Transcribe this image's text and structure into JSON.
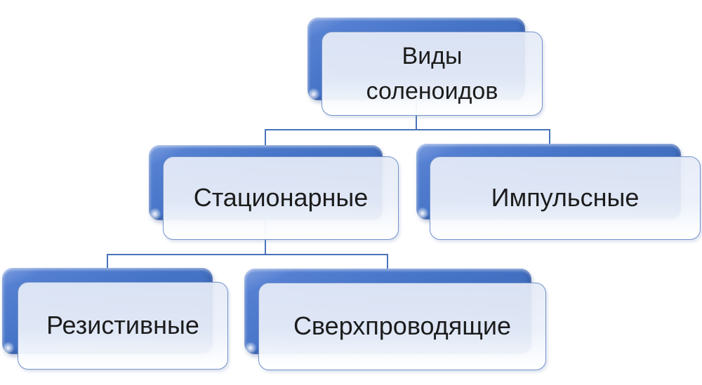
{
  "diagram": {
    "type": "hierarchy",
    "nodes": [
      {
        "id": "root",
        "label": "Виды\nсоленоидов",
        "parent": null
      },
      {
        "id": "stationary",
        "label": "Стационарные",
        "parent": "root"
      },
      {
        "id": "pulsed",
        "label": "Импульсные",
        "parent": "root"
      },
      {
        "id": "resistive",
        "label": "Резистивные",
        "parent": "stationary"
      },
      {
        "id": "superconducting",
        "label": "Сверхпроводящие",
        "parent": "stationary"
      }
    ],
    "edges": [
      {
        "from": "root",
        "to": "stationary"
      },
      {
        "from": "root",
        "to": "pulsed"
      },
      {
        "from": "stationary",
        "to": "resistive"
      },
      {
        "from": "stationary",
        "to": "superconducting"
      }
    ],
    "colors": {
      "card_back": "#4573c6",
      "card_face": "#ebf0fa",
      "card_border": "#7292cb",
      "connector": "#4a72ba",
      "text": "#1c1c1c",
      "background": "#ffffff"
    }
  }
}
